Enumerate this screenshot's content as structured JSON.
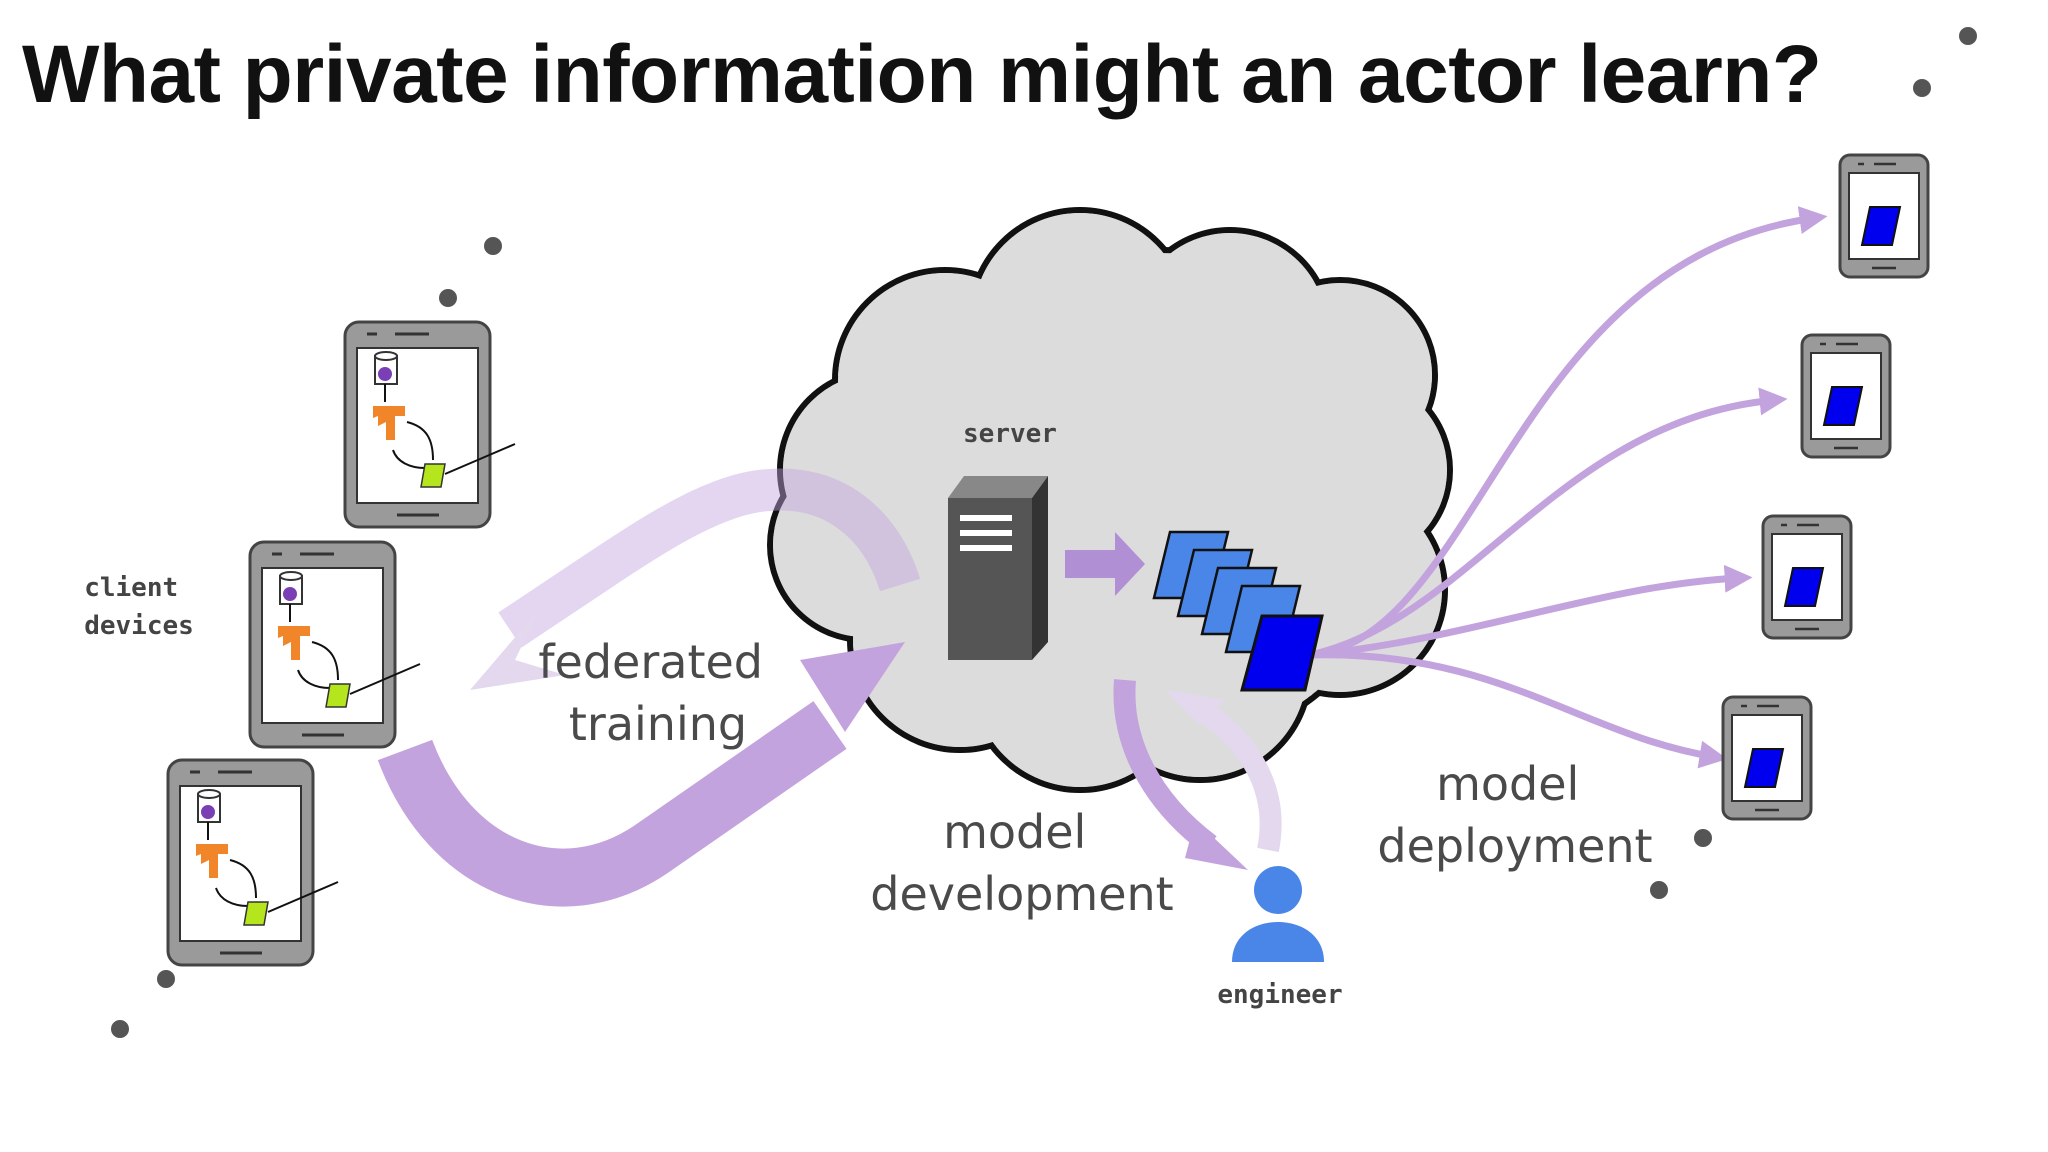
{
  "title": "What private information might an actor learn?",
  "labels": {
    "server": "server",
    "client_devices": [
      "client",
      "devices"
    ],
    "federated_training": [
      "federated",
      "training"
    ],
    "model_development": [
      "model",
      "development"
    ],
    "model_deployment": [
      "model",
      "deployment"
    ],
    "engineer": "engineer"
  },
  "colors": {
    "arrow_purple": "#c3a3dd",
    "arrow_purple_light": "#e4d8ef",
    "cloud_fill": "#dcdcdc",
    "model_blue": "#4a86e8",
    "model_dark_blue": "#0000ee",
    "engineer_blue": "#4a86e8",
    "tf_orange": "#f0852a",
    "data_purple": "#7b3fb5",
    "model_green": "#b5e61d"
  }
}
